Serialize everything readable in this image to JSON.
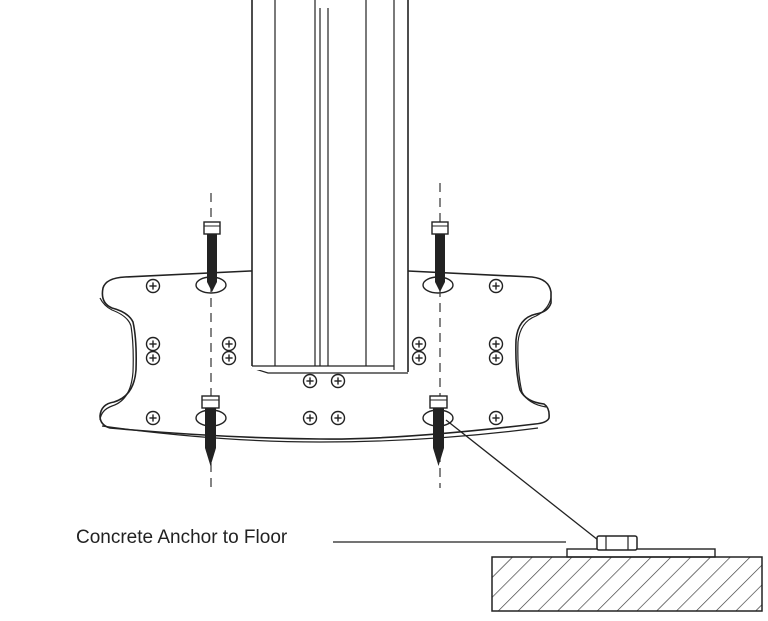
{
  "diagram": {
    "callout_label": "Concrete Anchor to Floor",
    "colors": {
      "line": "#222222",
      "fill": "#ffffff",
      "hatch": "#333333"
    },
    "anchors_count": 4,
    "parts": [
      "post",
      "base-plate",
      "anchor-bolt",
      "screw-head",
      "concrete-floor",
      "anchor-detail"
    ]
  }
}
